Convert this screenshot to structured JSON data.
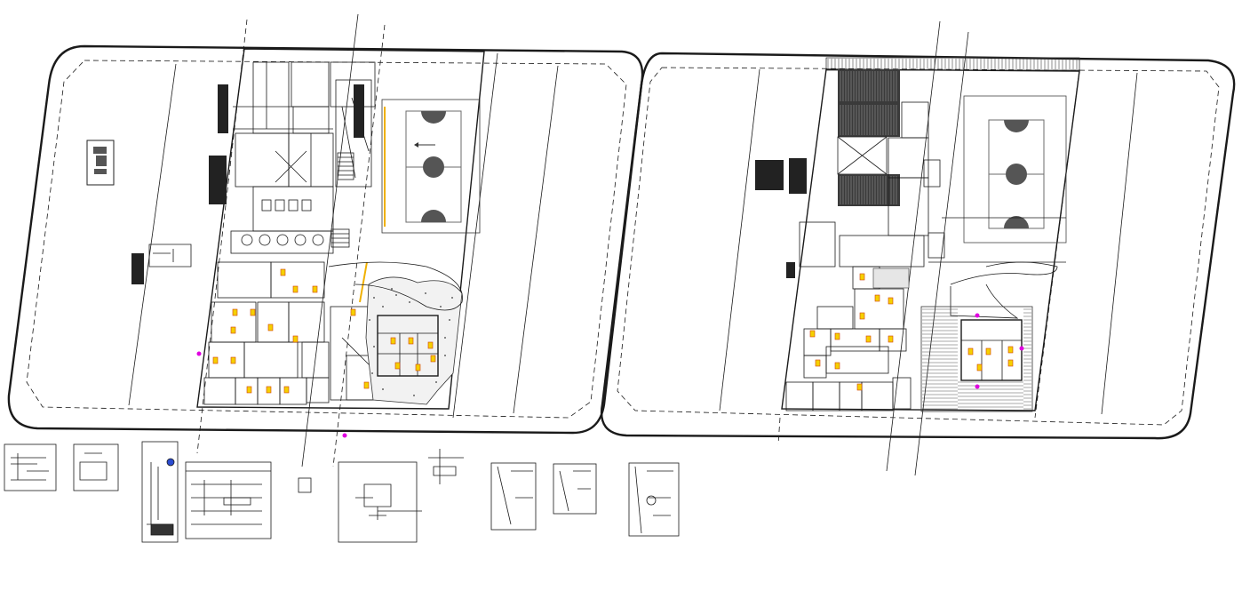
{
  "drawing": {
    "ground_floor_plan": {
      "court": {
        "line_color": "#6b6b6b",
        "circle_color": "#555555"
      },
      "path_highlight_color": "#f0b000"
    },
    "first_floor_plan": {
      "court": {
        "line_color": "#6b6b6b",
        "circle_color": "#555555"
      },
      "stair_fill_color": "#3a3a3a"
    },
    "marker_colors": {
      "fixture": "#f5d000",
      "fixture_outline": "#d04000",
      "annotation": "#e000e0",
      "dot": "#2a4bd0"
    },
    "detail_sheets": [
      {
        "name": "detail-small-section-1"
      },
      {
        "name": "detail-small-section-2"
      },
      {
        "name": "detail-elevation-strip"
      },
      {
        "name": "detail-long-section"
      },
      {
        "name": "detail-tag"
      },
      {
        "name": "detail-plan-box"
      },
      {
        "name": "detail-node"
      },
      {
        "name": "detail-partial-plan-1"
      },
      {
        "name": "detail-partial-plan-2"
      },
      {
        "name": "detail-partial-plan-3"
      }
    ]
  }
}
